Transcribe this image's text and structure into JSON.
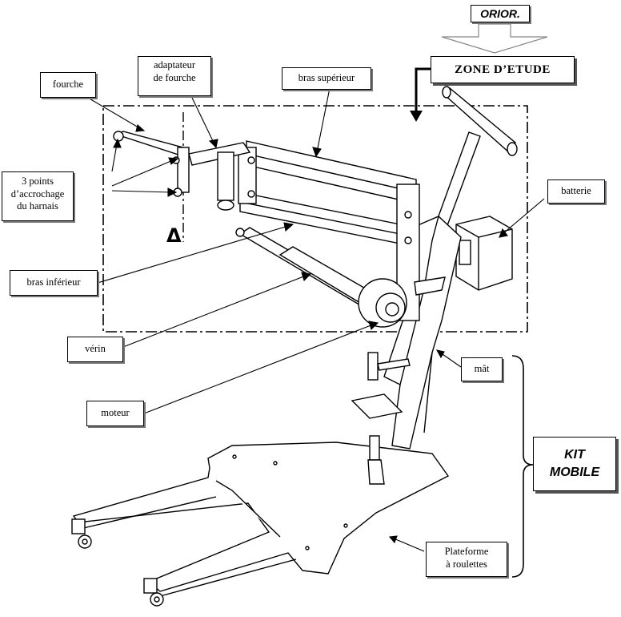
{
  "brand": "ORIOR.",
  "zone_title": "ZONE D’ETUDE",
  "axis_symbol": "Δ",
  "kit": {
    "line1": "KIT",
    "line2": "MOBILE"
  },
  "labels": {
    "fourche": "fourche",
    "adaptateur": [
      "adaptateur",
      "de fourche"
    ],
    "bras_superieur": "bras supérieur",
    "points": [
      "3 points",
      "d’accrochage",
      "du harnais"
    ],
    "bras_inferieur": "bras inférieur",
    "verin": "vérin",
    "moteur": "moteur",
    "batterie": "batterie",
    "mat": "mât",
    "plateforme": [
      "Plateforme",
      "à roulettes"
    ]
  }
}
